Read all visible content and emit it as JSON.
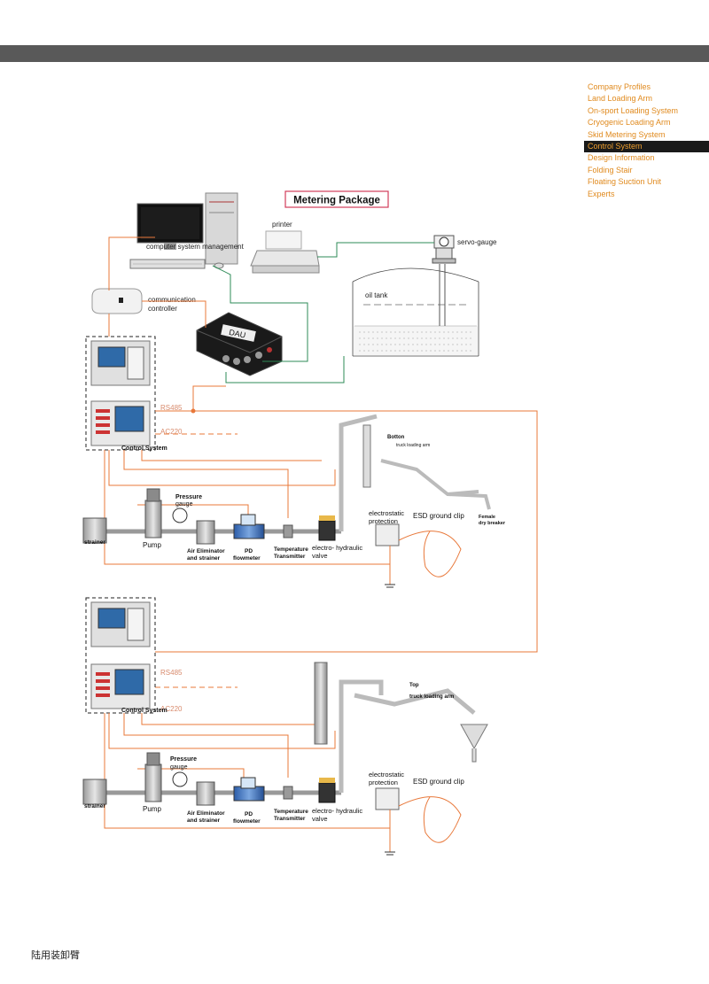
{
  "navigation": {
    "items": [
      {
        "label": "Company Profiles",
        "active": false
      },
      {
        "label": "Land Loading Arm",
        "active": false
      },
      {
        "label": "On-sport Loading System",
        "active": false
      },
      {
        "label": "Cryogenic Loading Arm",
        "active": false
      },
      {
        "label": "Skid Metering System",
        "active": false
      },
      {
        "label": "Control System",
        "active": true
      },
      {
        "label": "Design Information",
        "active": false
      },
      {
        "label": "Folding Stair",
        "active": false
      },
      {
        "label": "Floating Suction Unit",
        "active": false
      },
      {
        "label": "Experts",
        "active": false
      }
    ]
  },
  "colors": {
    "accent": "#e08a1e",
    "signal_line": "#e8783a",
    "data_line": "#2e8b57",
    "header_bar": "#595959"
  },
  "diagram": {
    "title": "Metering Package",
    "top": {
      "computer": "computer system management",
      "printer": "printer",
      "comm_line1": "communication",
      "comm_line2": "controller",
      "dau": "DAU",
      "servo": "servo-gauge",
      "tank": "oil tank"
    },
    "rs485": "RS485",
    "ac220": "AC220",
    "control_system": "Control System",
    "strainer": "strainer",
    "pump": "Pump",
    "pressure_line1": "Pressure",
    "pressure_line2": "gauge",
    "air_line1": "Air Eliminator",
    "air_line2": "and strainer",
    "pd_line1": "PD",
    "pd_line2": "flowmeter",
    "temp_line1": "Temperature",
    "temp_line2": "Transmitter",
    "valve_line1": "electro- hydraulic",
    "valve_line2": "valve",
    "es_line1": "electrostatic",
    "es_line2": "protection",
    "esd": "ESD ground clip",
    "bottom_arm_line1": "Botton",
    "bottom_arm_line2": "truck loading arm",
    "female_line1": "Female",
    "female_line2": "dry breaker",
    "top_arm_line1": "Top",
    "top_arm_line2": "truck loading arm"
  },
  "footer": {
    "text": "陆用装卸臂"
  }
}
